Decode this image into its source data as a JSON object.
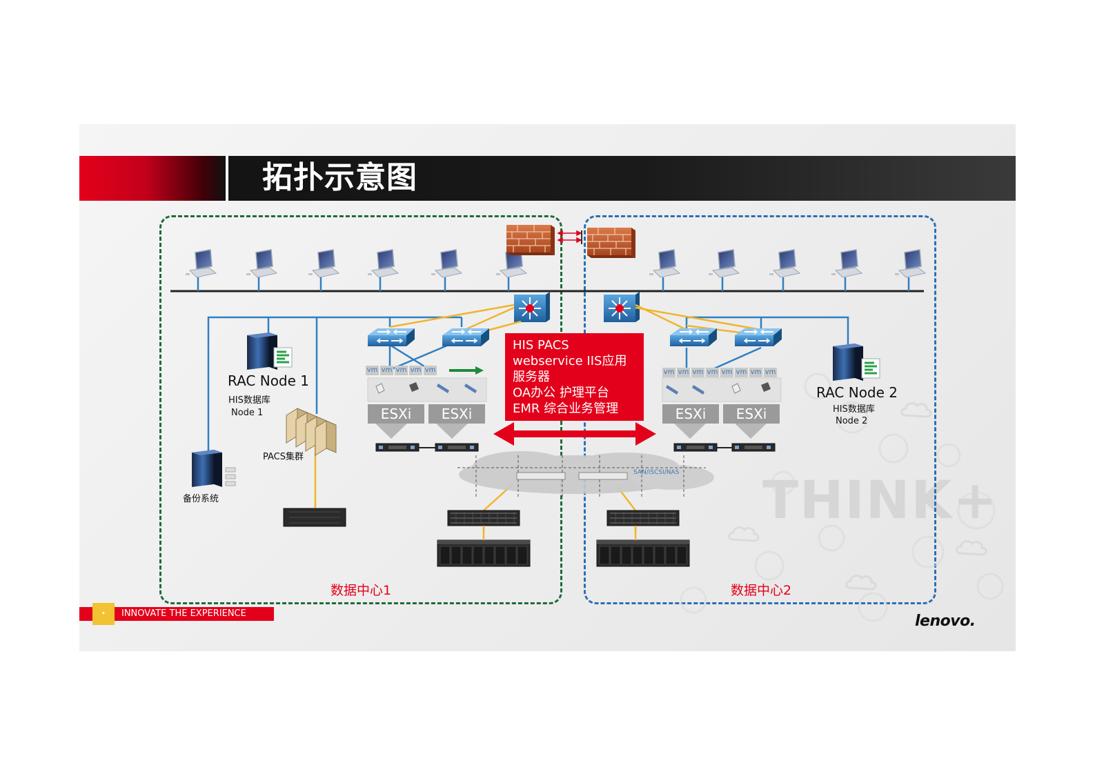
{
  "title": "拓扑示意图",
  "datacenter1": "数据中心1",
  "datacenter2": "数据中心2",
  "rac1": {
    "name": "RAC Node 1",
    "line1": "HIS数据库",
    "line2": "Node 1"
  },
  "rac2": {
    "name": "RAC Node 2",
    "line1": "HIS数据库",
    "line2": "Node 2"
  },
  "pacs_cluster": "PACS集群",
  "backup": "备份系统",
  "services": [
    "HIS PACS",
    "webservice  IIS应用",
    "服务器",
    "OA办公 护理平台",
    "EMR 综合业务管理"
  ],
  "esxi_label": "ESXi",
  "vm_label": "vm",
  "san_label": "SAN/iSCSI/NAS",
  "footer": "INNOVATE THE EXPERIENCE",
  "logo": "lenovo.",
  "watermark": "THINK+",
  "colors": {
    "brand_red": "#e3001b",
    "dc1_border": "#1e6b39",
    "dc2_border": "#2a6fb5",
    "link_blue": "#2f7fc1",
    "link_yellow": "#f0b52c"
  }
}
